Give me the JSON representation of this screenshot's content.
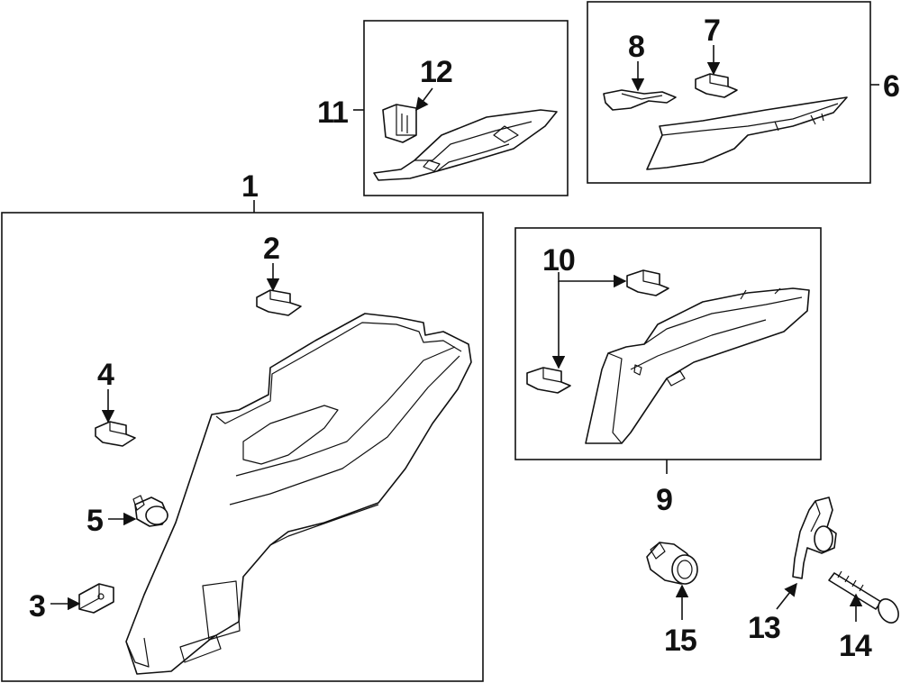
{
  "diagram": {
    "callouts": {
      "c1": "1",
      "c2": "2",
      "c3": "3",
      "c4": "4",
      "c5": "5",
      "c6": "6",
      "c7": "7",
      "c8": "8",
      "c9": "9",
      "c10": "10",
      "c11": "11",
      "c12": "12",
      "c13": "13",
      "c14": "14",
      "c15": "15"
    },
    "colors": {
      "ink": "#111111",
      "background": "#ffffff"
    }
  }
}
